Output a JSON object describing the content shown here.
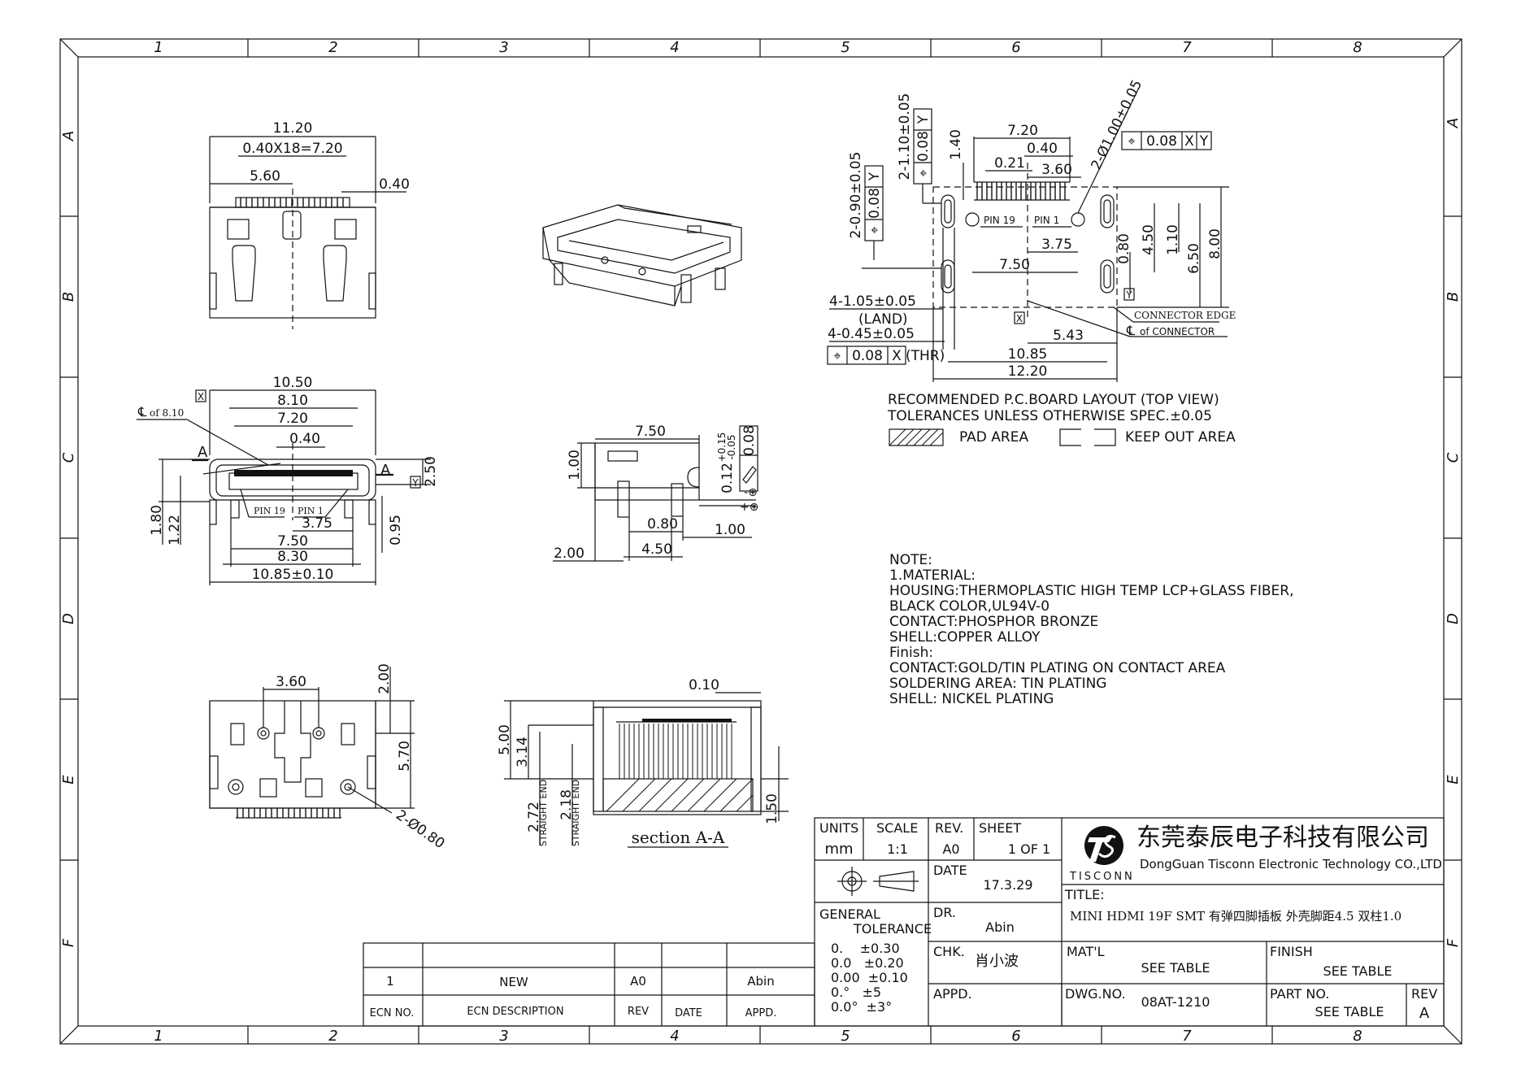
{
  "border": {
    "cols": [
      "1",
      "2",
      "3",
      "4",
      "5",
      "6",
      "7",
      "8"
    ],
    "rows": [
      "A",
      "B",
      "C",
      "D",
      "E",
      "F"
    ]
  },
  "top_view": {
    "d_11_20": "11.20",
    "d_pitch": "0.40X18=7.20",
    "d_5_60": "5.60",
    "d_0_40": "0.40"
  },
  "front_view": {
    "x_ref": "X",
    "cl_label": "of 8.10",
    "d_10_50": "10.50",
    "d_8_10": "8.10",
    "d_7_20": "7.20",
    "d_0_40": "0.40",
    "sec_a": "A",
    "d_2_50": "2.50",
    "y_ref": "Y",
    "pin19": "PIN 19",
    "pin1": "PIN 1",
    "d_3_75": "3.75",
    "d_1_80": "1.80",
    "d_1_22": "1.22",
    "d_0_95": "0.95",
    "d_7_50": "7.50",
    "d_8_30": "8.30",
    "d_10_85": "10.85±0.10"
  },
  "side_view": {
    "d_7_50": "7.50",
    "d_1_00": "1.00",
    "d_0_12": "0.12",
    "d_tol_p": "+0.15",
    "d_tol_m": "-0.05",
    "flat": "0.08",
    "d_0_80": "0.80",
    "d_1_00b": "1.00",
    "d_4_50": "4.50",
    "d_2_00": "2.00"
  },
  "bottom_view": {
    "d_3_60": "3.60",
    "d_2_00": "2.00",
    "d_5_70": "5.70",
    "d_holes": "2-Ø0.80"
  },
  "section": {
    "d_0_10": "0.10",
    "d_5_00": "5.00",
    "d_3_14": "3.14",
    "d_2_72": "2.72",
    "d_2_18": "2.18",
    "straight_end": "STRAIGHT END",
    "d_1_50": "1.50",
    "title": "section A-A"
  },
  "pcb": {
    "d_7_20": "7.20",
    "d_0_40": "0.40",
    "d_0_21": "0.21",
    "d_3_60": "3.60",
    "d_1_40": "1.40",
    "d_2_1_10": "2-1.10±0.05",
    "fcf_y1": "0.08",
    "y": "Y",
    "d_2_0_90": "2-0.90±0.05",
    "fcf_y2": "0.08",
    "d_2_dia": "2-Ø1.00±0.05",
    "fcf_xy": "0.08",
    "x": "X",
    "pin19": "PIN 19",
    "pin1": "PIN 1",
    "d_3_75": "3.75",
    "d_7_50": "7.50",
    "d_0_80": "0.80",
    "d_4_50": "4.50",
    "d_1_10": "1.10",
    "d_6_50": "6.50",
    "d_8_00": "8.00",
    "land1": "4-1.05±0.05",
    "land2": "(LAND)",
    "thr1": "4-0.45±0.05",
    "fcf_thr": "0.08",
    "thr2": "(THR)",
    "d_10_85": "10.85",
    "d_5_43": "5.43",
    "d_12_20": "12.20",
    "conn_edge": "CONNECTOR EDGE",
    "cl_conn": "of CONNECTOR",
    "rec1": "RECOMMENDED P.C.BOARD LAYOUT (TOP VIEW)",
    "rec2": "TOLERANCES UNLESS OTHERWISE SPEC.±0.05",
    "pad_area": "PAD AREA",
    "keep_out": "KEEP OUT AREA"
  },
  "notes": [
    "NOTE:",
    "1.MATERIAL:",
    "HOUSING:THERMOPLASTIC HIGH TEMP LCP+GLASS FIBER,",
    "BLACK COLOR,UL94V-0",
    "CONTACT:PHOSPHOR BRONZE",
    "SHELL:COPPER ALLOY",
    "Finish:",
    "CONTACT:GOLD/TIN PLATING ON CONTACT AREA",
    "SOLDERING AREA: TIN PLATING",
    "SHELL: NICKEL PLATING"
  ],
  "ecn": {
    "no": "1",
    "desc": "NEW",
    "rev": "A0",
    "appd": "Abin",
    "h_no": "ECN NO.",
    "h_desc": "ECN DESCRIPTION",
    "h_rev": "REV",
    "h_date": "DATE",
    "h_appd": "APPD."
  },
  "title_block": {
    "units_l": "UNITS",
    "units_v": "mm",
    "scale_l": "SCALE",
    "scale_v": "1:1",
    "rev_l": "REV.",
    "rev_v": "A0",
    "sheet_l": "SHEET",
    "sheet_v": "1 OF 1",
    "company_cn": "东莞泰辰电子科技有限公司",
    "company_en": "DongGuan Tisconn Electronic Technology CO.,LTD",
    "brand": "TISCONN",
    "date_l": "DATE",
    "date_v": "17.3.29",
    "title_l": "TITLE:",
    "title_v": "MINI HDMI 19F SMT 有弹四脚插板 外壳脚距4.5 双柱1.0",
    "gt1": "GENERAL",
    "gt2": "TOLERANCE",
    "tol": [
      "0.    ±0.30",
      "0.0   ±0.20",
      "0.00  ±0.10",
      "0.°   ±5",
      "0.0°  ±3°"
    ],
    "dr_l": "DR.",
    "dr_v": "Abin",
    "chk_l": "CHK.",
    "chk_v": "肖小波",
    "appd_l": "APPD.",
    "matl_l": "MAT'L",
    "matl_v": "SEE TABLE",
    "finish_l": "FINISH",
    "finish_v": "SEE TABLE",
    "dwg_l": "DWG.NO.",
    "dwg_v": "08AT-1210",
    "part_l": "PART NO.",
    "part_v": "SEE TABLE",
    "rev2_l": "REV",
    "rev2_v": "A"
  }
}
